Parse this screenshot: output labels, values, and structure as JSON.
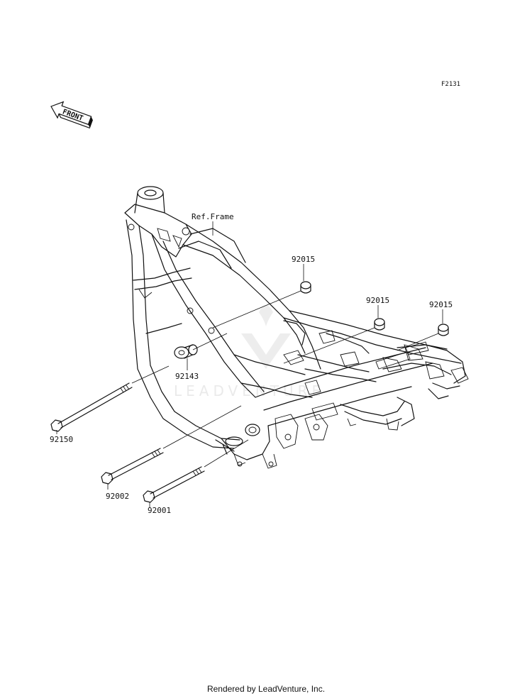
{
  "figure_code": "F2131",
  "front_arrow_label": "FRONT",
  "watermark": "LEADVENTURE",
  "footer": "Rendered by LeadVenture, Inc.",
  "callouts": {
    "ref_frame": "Ref.Frame",
    "nut_top": "92015",
    "nut_mid": "92015",
    "nut_right": "92015",
    "collar": "92143",
    "bolt_92150": "92150",
    "bolt_92002": "92002",
    "bolt_92001": "92001"
  }
}
